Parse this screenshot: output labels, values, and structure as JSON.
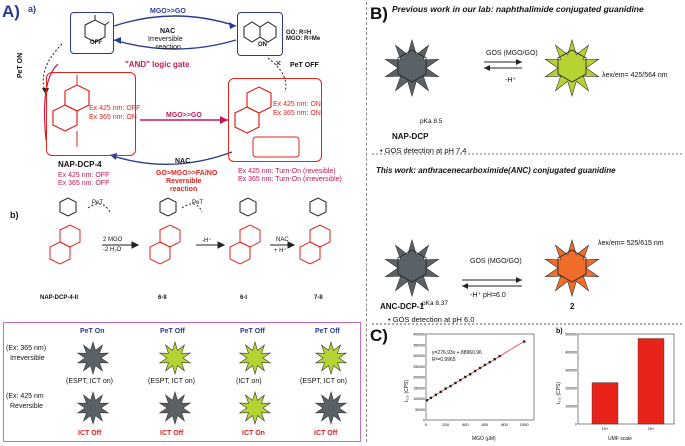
{
  "panelA": {
    "label": "A)",
    "sublabel_a": "a)",
    "sublabel_b": "b)",
    "top_arrow_text": "MGO>>GO",
    "nac_irreversible_1": "NAC",
    "nac_irreversible_2": "Irreversible",
    "nac_irreversible_3": "reaction",
    "and_gate": "\"AND\" logic gate",
    "off_label": "OFF",
    "on_label": "ON",
    "go_mgo_note": "GO: R=H\nMGO: R=Me",
    "pet_on": "PeT ON",
    "pet_off": "PeT OFF",
    "left_box_line1": "Ex 425 nm: OFF",
    "left_box_line2": "Ex 365 nm: ON",
    "right_box_line1": "Ex 425 nm: ON",
    "right_box_line2": "Ex 365 nm: ON",
    "middle_arrow": "MGO>>GO",
    "compound_left": "NAP-DCP-4",
    "nac_bottom": "NAC",
    "reversible_1": "GO>MGO>>FA/NO",
    "reversible_2": "Reversible",
    "reversible_3": "reaction",
    "left_ex_1": "Ex 425 nm: OFF",
    "left_ex_2": "Ex 365 nm: OFF",
    "right_ex_1": "Ex 425 nm: Turn-On (revesible)",
    "right_ex_2": "Ex 365 nm: Turn-On (irreversible)",
    "scheme_b": {
      "pet1": "PeT",
      "mgo": "2 MGO",
      "water": "-2 H₂O",
      "pet2": "PeT",
      "minus_h": "-H⁺",
      "nac": "NAC",
      "plus_h": "+ H⁺",
      "c1": "NAP-DCP-4-II",
      "c2": "6-II",
      "c3": "6-I",
      "c4": "7-II"
    },
    "grid": {
      "col_headers": [
        "PeT On",
        "PeT Off",
        "PeT Off",
        "PeT Off"
      ],
      "row1_label_1": "(Ex: 365 nm)",
      "row1_label_2": "Irreversible",
      "row2_label_1": "(Ex: 425 nm",
      "row2_label_2": "Reversible",
      "row1_states": [
        "(ESPT, ICT on)",
        "(ESPT, ICT on)",
        "(ICT on)",
        "(ESPT, ICT on)"
      ],
      "row2_states": [
        "ICT Off",
        "ICT Off",
        "ICT On",
        "ICT Off"
      ]
    }
  },
  "panelB": {
    "label": "B)",
    "previous_title": "Previous work  in  our lab: naphthalimide conjugated guanidine",
    "reaction_label": "GOS (MGO/GO)",
    "minus_h": "-H⁺",
    "lambda_1": "λex/em= 425/564 nm",
    "pka_1": "pKa 8.5",
    "compound_1": "NAP-DCP",
    "bullet_1": "GOS detection at pH 7.4",
    "this_work_title": "This work: anthracenecarboximide(ANC) conjugated guanidine",
    "reaction_label_2": "GOS (MGO/GO)",
    "minus_h_2": "-H⁺  pH=6.0",
    "lambda_2": "λex/em= 525/615 nm",
    "pka_2": "pKa 8.37",
    "compound_2": "ANC-DCP-1",
    "product_2": "2",
    "bullet_2": "GOS detection at pH 6.0"
  },
  "panelC": {
    "label": "C)",
    "sub_b": "b)",
    "equation": "y=276.93x + 88960.96",
    "r2": "R²=0.9965",
    "xlabel": "MGO (μM)",
    "ylabel": "I₆₁₅ (CPS)",
    "bar_ylabel": "I₆₁₅ (CPS)",
    "bar_xlabel": "UMF scale"
  },
  "chart_data": [
    {
      "type": "scatter",
      "title": "",
      "xlabel": "MGO (μM)",
      "ylabel": "I₆₁₅ (CPS)",
      "xlim": [
        0,
        1100
      ],
      "ylim": [
        0,
        400000
      ],
      "x_ticks": [
        0,
        200,
        400,
        600,
        800,
        1000
      ],
      "y_ticks": [
        0,
        50000,
        100000,
        150000,
        200000,
        250000,
        300000,
        350000,
        400000
      ],
      "x": [
        10,
        50,
        100,
        150,
        200,
        250,
        300,
        350,
        400,
        450,
        500,
        550,
        600,
        650,
        700,
        750,
        1000
      ],
      "y": [
        92000,
        103000,
        117000,
        131000,
        146000,
        158000,
        172000,
        186000,
        200000,
        213000,
        228000,
        242000,
        256000,
        269000,
        283000,
        297000,
        365000
      ],
      "annotations": [
        "y=276.93x + 88960.96",
        "R²=0.9965"
      ]
    },
    {
      "type": "bar",
      "title": "",
      "xlabel": "UMF scale",
      "ylabel": "I₆₁₅ (CPS)",
      "categories": [
        "10+",
        "20+"
      ],
      "values": [
        230000,
        475000
      ],
      "ylim": [
        0,
        500000
      ],
      "y_ticks": [
        0,
        100000,
        200000,
        300000,
        400000,
        500000
      ],
      "colors": [
        "#e8231a",
        "#e8231a"
      ]
    }
  ],
  "colors": {
    "red": "#e2231a",
    "pink": "#c2185b",
    "navy": "#2a3b8f",
    "lime": "#b5d334",
    "orange": "#ef6c2b",
    "gray": "#5a6268",
    "frame": "#c56bc8"
  }
}
